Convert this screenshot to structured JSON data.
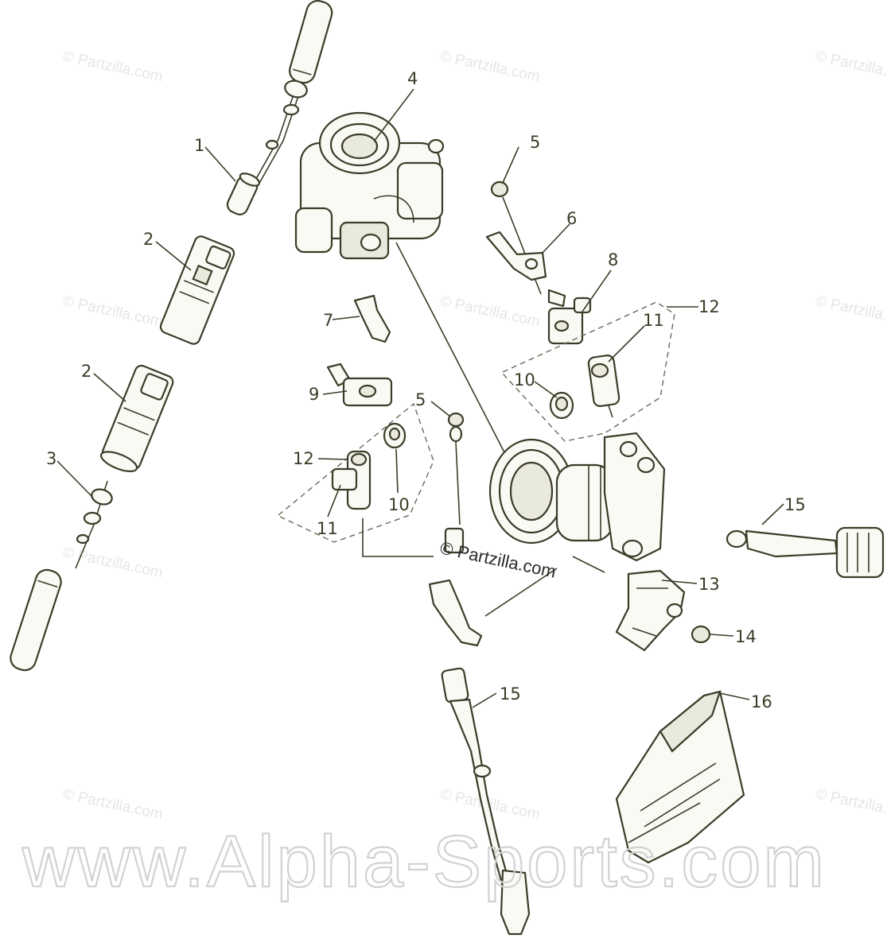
{
  "watermarks": {
    "small": "© Partzilla.com",
    "center": "© Partzilla.com",
    "big": "www.Alpha-Sports.com"
  },
  "callouts": {
    "c1": "1",
    "c2a": "2",
    "c2b": "2",
    "c3": "3",
    "c4": "4",
    "c5a": "5",
    "c5b": "5",
    "c6": "6",
    "c7": "7",
    "c8": "8",
    "c9": "9",
    "c10a": "10",
    "c10b": "10",
    "c11a": "11",
    "c11b": "11",
    "c12a": "12",
    "c12b": "12",
    "c13": "13",
    "c14": "14",
    "c15a": "15",
    "c15b": "15",
    "c16": "16"
  }
}
